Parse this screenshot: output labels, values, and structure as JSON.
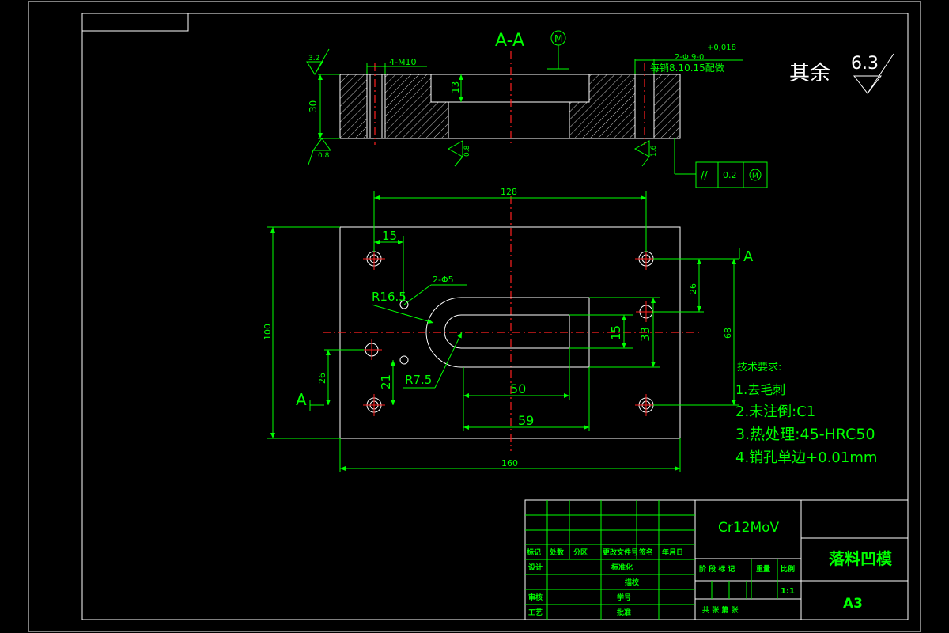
{
  "section": {
    "title": "A-A",
    "m_symbol": "M",
    "label_a": "A"
  },
  "side_dims": {
    "thread": "4-M10",
    "depth": "13",
    "thickness": "30",
    "rough_top": "3.2",
    "rough_bottom": "0.8",
    "rough_left": "0.8",
    "rough_right": "1.6",
    "tol_plus": "+0,018",
    "tol_line": "2-Φ  9-0",
    "tol_note": "每销8.10.15配做"
  },
  "remaining_roughness": {
    "label": "其余",
    "value": "6.3"
  },
  "fcf": {
    "symbol": "//",
    "value": "0.2",
    "modifier": "M"
  },
  "plan_dims": {
    "d128": "128",
    "d15": "15",
    "r16_5": "R16.5",
    "hole2": "2-Φ5",
    "r7_5": "R7.5",
    "d100": "100",
    "d26_left": "26",
    "d21": "21",
    "d50": "50",
    "d59": "59",
    "d160": "160",
    "d15_right": "15",
    "d33": "33",
    "d26_right": "26",
    "d68": "68"
  },
  "tech_req": {
    "title": "技术要求:",
    "items": [
      "1.去毛刺",
      "2.未注倒:C1",
      "3.热处理:45-HRC50",
      "4.销孔单边+0.01mm"
    ]
  },
  "title_block": {
    "material": "Cr12MoV",
    "part_name": "落料凹模",
    "size": "A3",
    "scale": "1:1",
    "headers": [
      "标记",
      "处数",
      "分区",
      "更改文件号",
      "签名",
      "年月日"
    ],
    "left_labels": [
      "设计",
      "审核",
      "工艺"
    ],
    "mid_labels": [
      "标准化",
      "批准"
    ],
    "mid_extra": [
      "描校",
      "学号"
    ],
    "stage_labels": [
      "阶 段 标 记",
      "重量",
      "比例"
    ],
    "sheet_label": "共  张  第  张"
  }
}
